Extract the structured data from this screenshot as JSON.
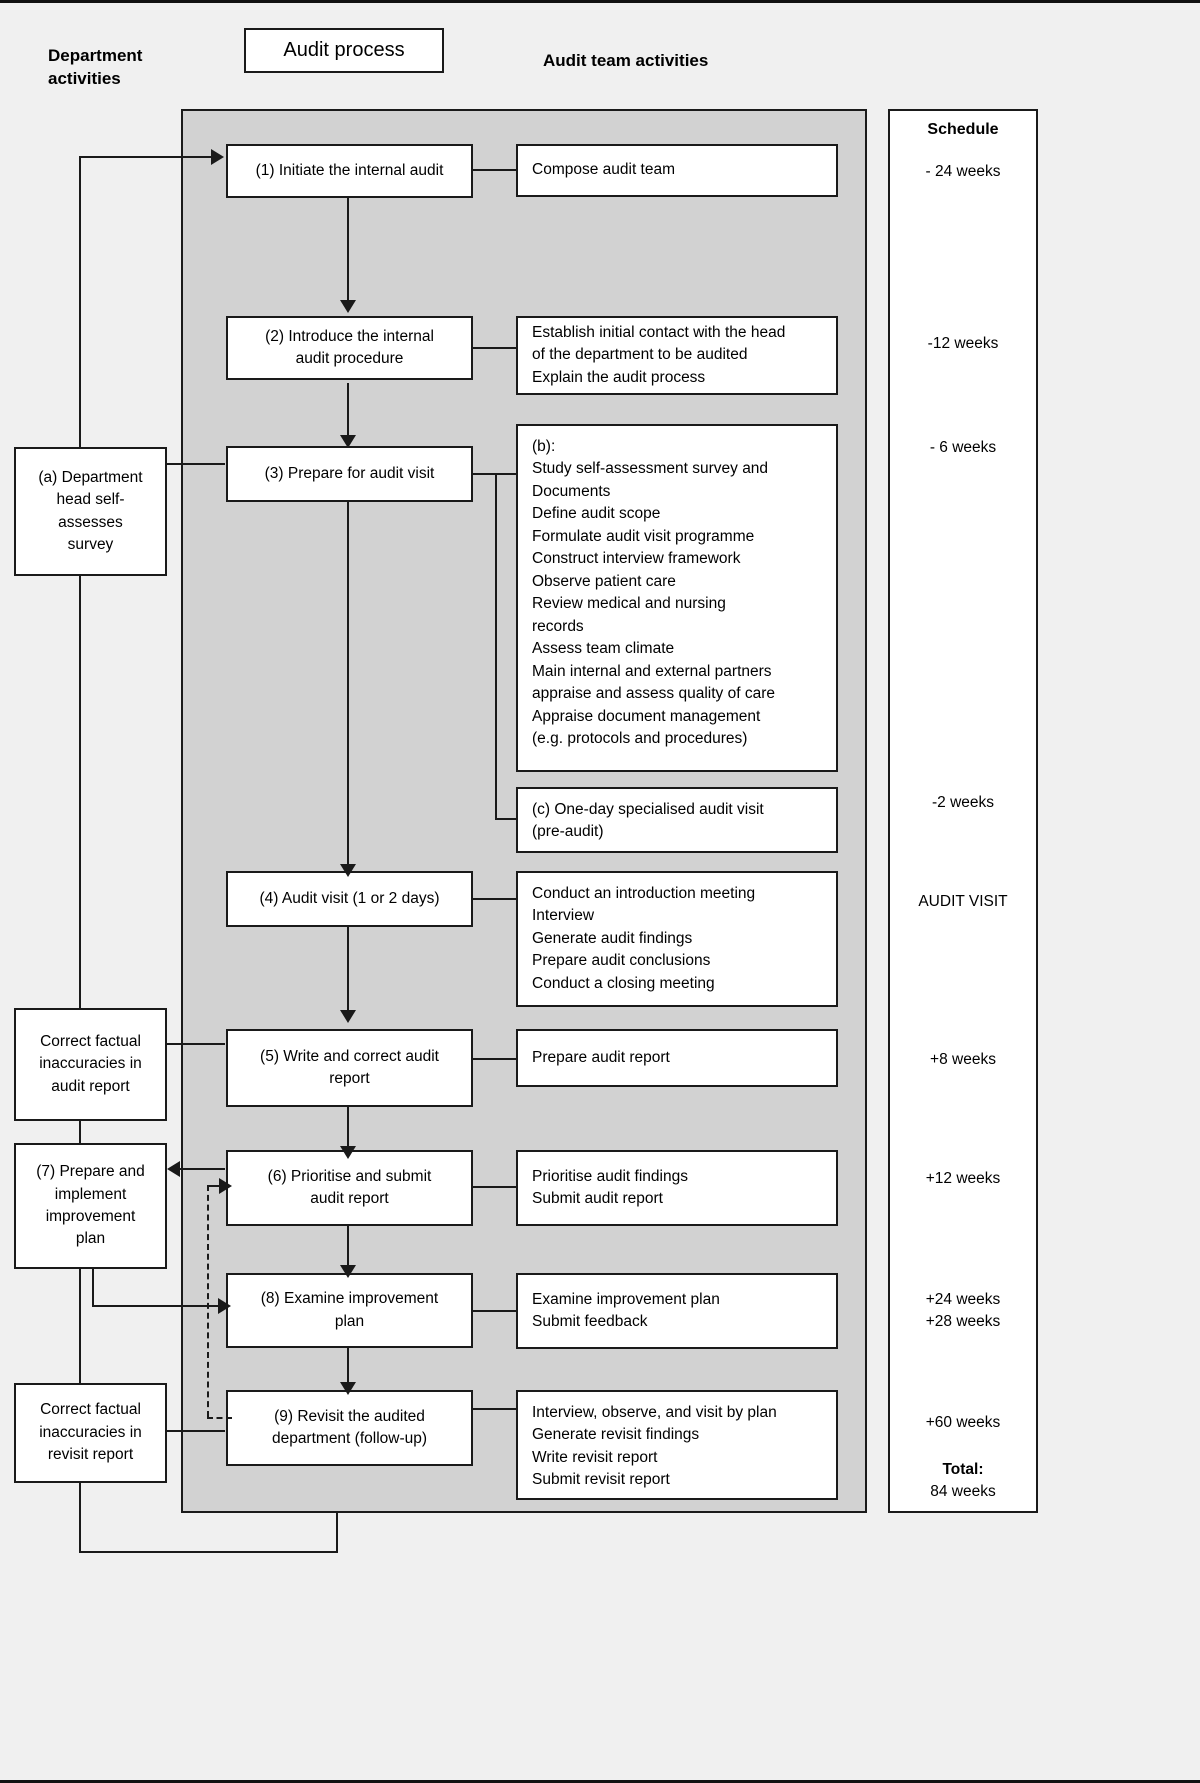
{
  "title_chip": "Audit process",
  "headings": {
    "left": "Department\nactivities",
    "right": "Audit team activities"
  },
  "process_steps": [
    {
      "id": "step-1",
      "label": "(1) Initiate the internal audit"
    },
    {
      "id": "step-2",
      "label": "(2) Introduce the internal\naudit procedure"
    },
    {
      "id": "step-3",
      "label": "(3) Prepare for audit visit"
    },
    {
      "id": "step-4",
      "label": "(4) Audit visit (1 or 2 days)"
    },
    {
      "id": "step-5",
      "label": "(5) Write and correct audit\nreport"
    },
    {
      "id": "step-6",
      "label": "(6) Prioritise and submit\naudit report"
    },
    {
      "id": "step-8",
      "label": "(8) Examine improvement\nplan"
    },
    {
      "id": "step-9",
      "label": "(9) Revisit the audited\ndepartment (follow-up)"
    }
  ],
  "audit_team_activities": [
    {
      "id": "activity-1",
      "text": "Compose audit team"
    },
    {
      "id": "activity-2",
      "text": "Establish initial contact with the head\nof the department to be audited\nExplain the audit process"
    },
    {
      "id": "activity-3",
      "text": "(b):\nStudy self-assessment survey and\nDocuments\nDefine audit scope\nFormulate audit visit programme\nConstruct interview framework\nObserve patient care\nReview medical and nursing\nrecords\nAssess team climate\nMain internal and external partners\nappraise and assess quality of care\nAppraise document management\n(e.g. protocols and procedures)"
    },
    {
      "id": "activity-pre-audit",
      "text": "(c) One-day specialised audit visit\n(pre-audit)"
    },
    {
      "id": "activity-4",
      "text": "Conduct an introduction meeting\nInterview\nGenerate audit findings\nPrepare audit conclusions\nConduct a closing meeting"
    },
    {
      "id": "activity-5",
      "text": "Prepare audit report"
    },
    {
      "id": "activity-6",
      "text": "Prioritise audit findings\nSubmit audit report"
    },
    {
      "id": "activity-8",
      "text": "Examine improvement plan\nSubmit feedback"
    },
    {
      "id": "activity-9",
      "text": "Interview, observe, and visit by plan\nGenerate revisit findings\nWrite revisit report\nSubmit revisit report"
    }
  ],
  "department_activities": [
    {
      "id": "dept-a",
      "text": "(a) Department\nhead self-\nassesses\nsurvey"
    },
    {
      "id": "dept-correct-audit",
      "text": "Correct factual\ninaccuracies in\naudit report"
    },
    {
      "id": "dept-7",
      "text": "(7) Prepare and\nimplement\nimprovement\nplan"
    },
    {
      "id": "dept-correct-revisit",
      "text": "Correct factual\ninaccuracies in\nrevisit report"
    }
  ],
  "schedule": {
    "header": "Schedule",
    "items": [
      {
        "id": "sched-1",
        "text": "- 24 weeks",
        "bold": false
      },
      {
        "id": "sched-2",
        "text": "-12 weeks",
        "bold": false
      },
      {
        "id": "sched-3",
        "text": "- 6 weeks",
        "bold": false
      },
      {
        "id": "sched-4",
        "text": "-2 weeks",
        "bold": false
      },
      {
        "id": "sched-5",
        "text": "AUDIT VISIT",
        "bold": false
      },
      {
        "id": "sched-6",
        "text": "+8 weeks",
        "bold": false
      },
      {
        "id": "sched-7",
        "text": "+12 weeks",
        "bold": false
      },
      {
        "id": "sched-8",
        "text": "+24 weeks\n+28 weeks",
        "bold": false
      },
      {
        "id": "sched-9",
        "text": "+60 weeks",
        "bold": false
      },
      {
        "id": "sched-total",
        "text": "Total:",
        "bold": true
      },
      {
        "id": "sched-total-value",
        "text": "84 weeks",
        "bold": false
      }
    ]
  },
  "colors": {
    "page_background": "#f0f0f0",
    "band_background": "#d2d2d2",
    "box_background": "#ffffff",
    "stroke": "#1a1a1a"
  }
}
